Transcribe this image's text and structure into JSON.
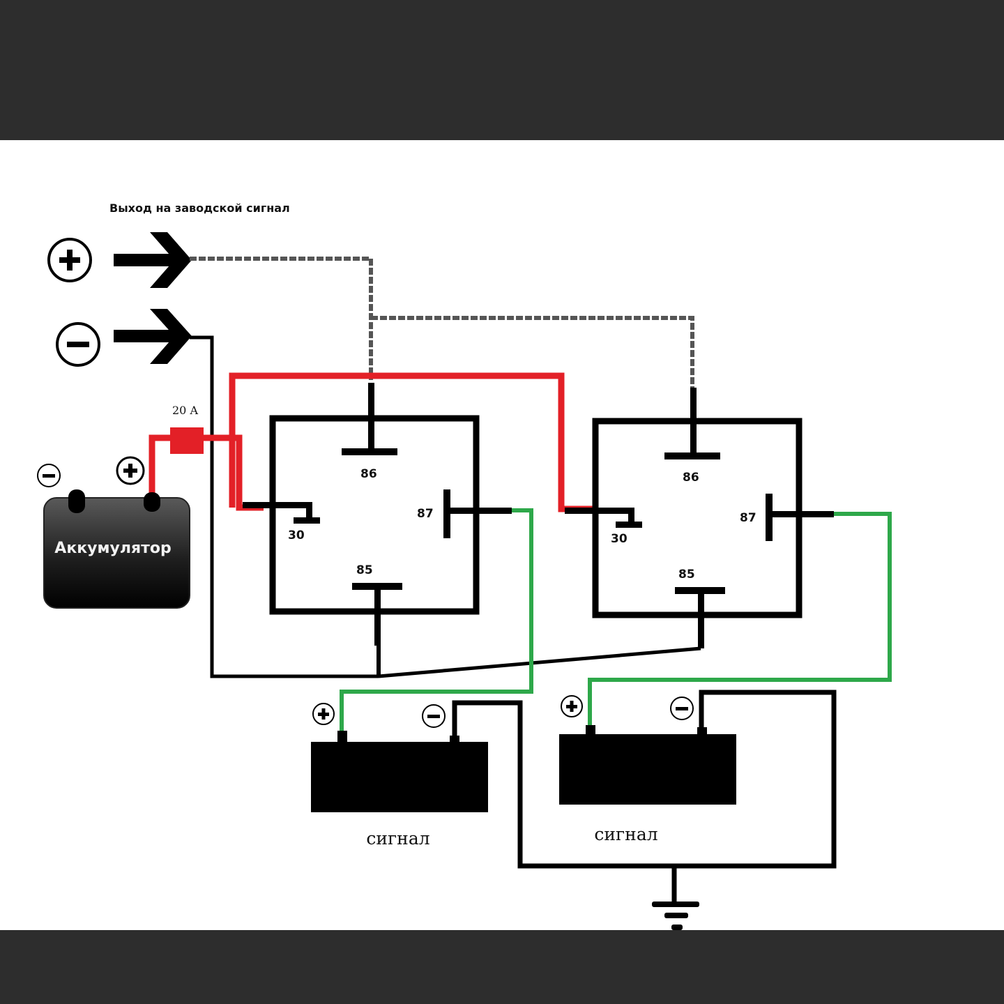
{
  "title": "Выход на заводской сигнал",
  "colors": {
    "power_wire": "#e32027",
    "signal_wire": "#2ea84a",
    "control_wire": "#8a8a8a",
    "wire": "#000000",
    "battery": "#2a2a2a"
  },
  "output_terminals": [
    {
      "polarity": "+",
      "icon": "plus-circle-icon"
    },
    {
      "polarity": "−",
      "icon": "minus-circle-icon"
    }
  ],
  "battery": {
    "label": "Аккумулятор",
    "neg_symbol": "−",
    "pos_symbol": "+"
  },
  "fuse": {
    "label": "20 A"
  },
  "relays": [
    {
      "name": "relay-1",
      "pins": {
        "p86": "86",
        "p85": "85",
        "p30": "30",
        "p87": "87"
      }
    },
    {
      "name": "relay-2",
      "pins": {
        "p86": "86",
        "p85": "85",
        "p30": "30",
        "p87": "87"
      }
    }
  ],
  "horns": [
    {
      "label": "сигнал",
      "pos_symbol": "+",
      "neg_symbol": "−"
    },
    {
      "label": "сигнал",
      "pos_symbol": "+",
      "neg_symbol": "−"
    }
  ],
  "ground": {
    "icon": "ground-icon"
  }
}
